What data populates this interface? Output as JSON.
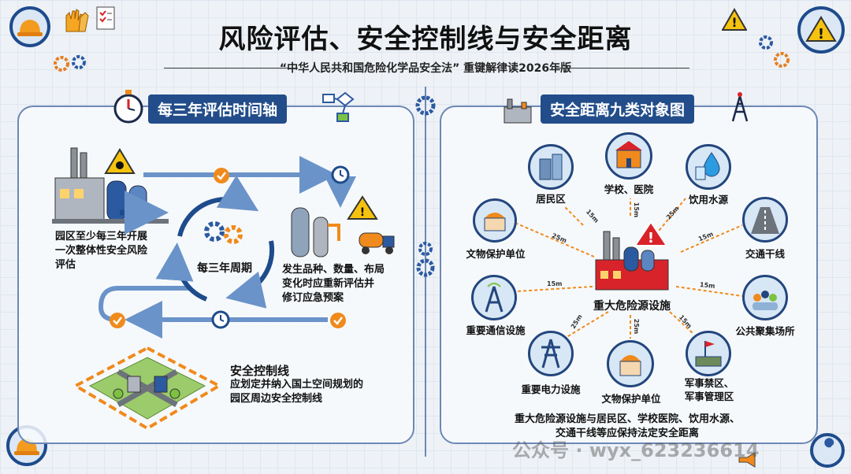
{
  "header": {
    "title": "风险评估、安全控制线与安全距离",
    "subtitle": "“中华人民共和国危险化学品安全法” 重键解律读2026年版"
  },
  "left_panel": {
    "badge": "每三年评估时间轴",
    "cycle_label": "每三年周期",
    "step1": [
      "园区至少每三年开展",
      "一次整体性安全风险",
      "评估"
    ],
    "step2": [
      "发生品种、数量、布局",
      "变化时应重新评估并",
      "修订应急预案"
    ],
    "control_line_title": "安全控制线",
    "control_line_desc": [
      "应划定并纳入国土空间规划的",
      "园区周边安全控制线"
    ]
  },
  "right_panel": {
    "badge": "安全距离九类对象图",
    "center_label": "重大危险源设施",
    "nodes": {
      "residential": "居民区",
      "school_hospital": "学校、医院",
      "water_source": "饮用水源",
      "heritage_top": "文物保护单位",
      "traffic": "交通干线",
      "telecom": "重要通信设施",
      "public_gathering": "公共聚集场所",
      "power": "重要电力设施",
      "heritage_bottom": "文物保护单位",
      "military": [
        "军事禁区、",
        "军事管理区"
      ]
    },
    "distances": {
      "residential": "15m",
      "school_hospital": "15m",
      "water_source": "25m",
      "heritage_top": "25m",
      "traffic": "15m",
      "telecom": "15m",
      "public_gathering": "15m",
      "power": "25m",
      "heritage_bottom": "25m",
      "military": "15m"
    },
    "footer": [
      "重大危险源设施与居民区、学校医院、饮用水源、",
      "交通干线等应保持法定安全距离"
    ]
  },
  "watermark": "公众号 · wyx_623236614",
  "colors": {
    "navy": "#224d8a",
    "accent_orange": "#f08a1c",
    "arrow_blue": "#6a93c9",
    "danger_red": "#d8232a"
  }
}
